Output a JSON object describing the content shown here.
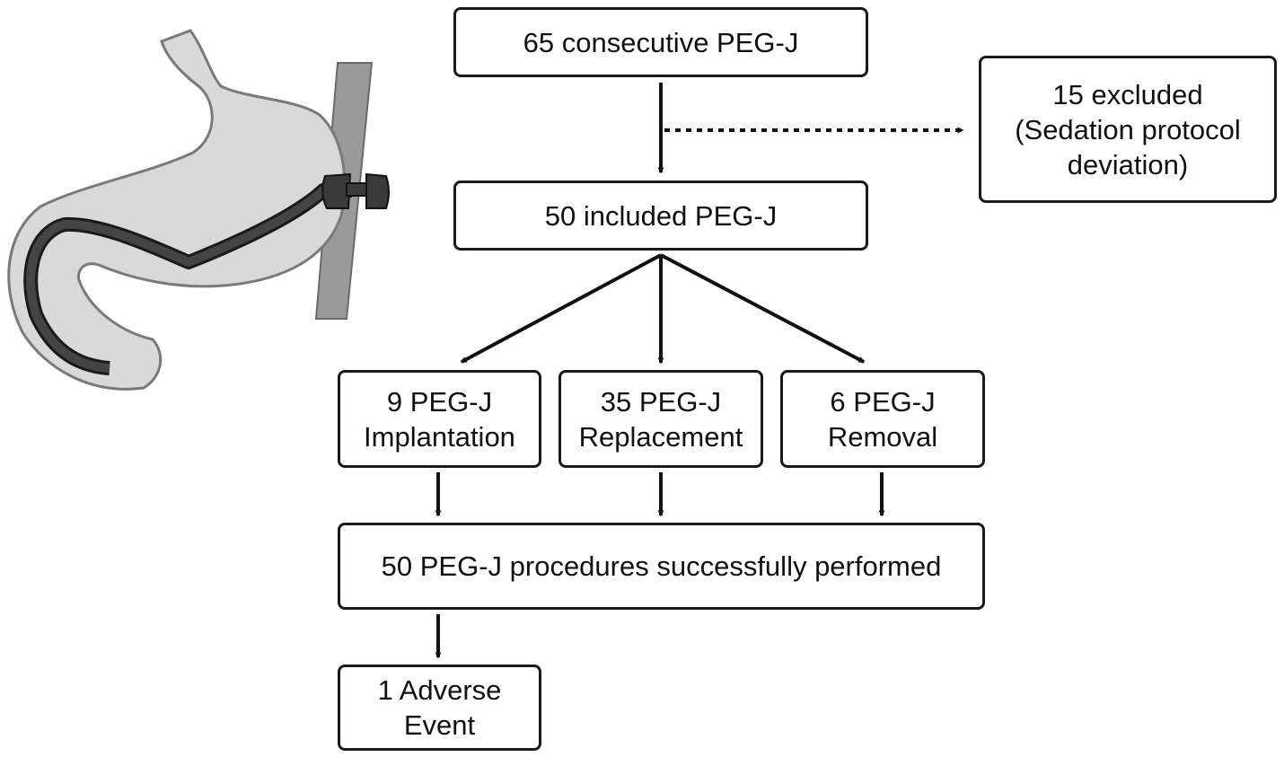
{
  "flowchart": {
    "screened": {
      "lines": [
        "65 consecutive PEG-J"
      ]
    },
    "excluded": {
      "lines": [
        "15 excluded",
        "(Sedation protocol",
        "deviation)"
      ]
    },
    "included": {
      "lines": [
        "50 included PEG-J"
      ]
    },
    "implantation": {
      "lines": [
        "9 PEG-J",
        "Implantation"
      ]
    },
    "replacement": {
      "lines": [
        "35 PEG-J",
        "Replacement"
      ]
    },
    "removal": {
      "lines": [
        "6 PEG-J",
        "Removal"
      ]
    },
    "performed": {
      "lines": [
        "50 PEG-J procedures successfully performed"
      ]
    },
    "adverse": {
      "lines": [
        "1 Adverse",
        "Event"
      ]
    }
  },
  "illustration": {
    "icon": "stomach-peg-j-tube-icon"
  },
  "colors": {
    "stroke": "#1a1a1a",
    "stomach_fill": "#d9d9d9",
    "wall_fill": "#9a9a9a",
    "tube": "#3c3c3c"
  }
}
